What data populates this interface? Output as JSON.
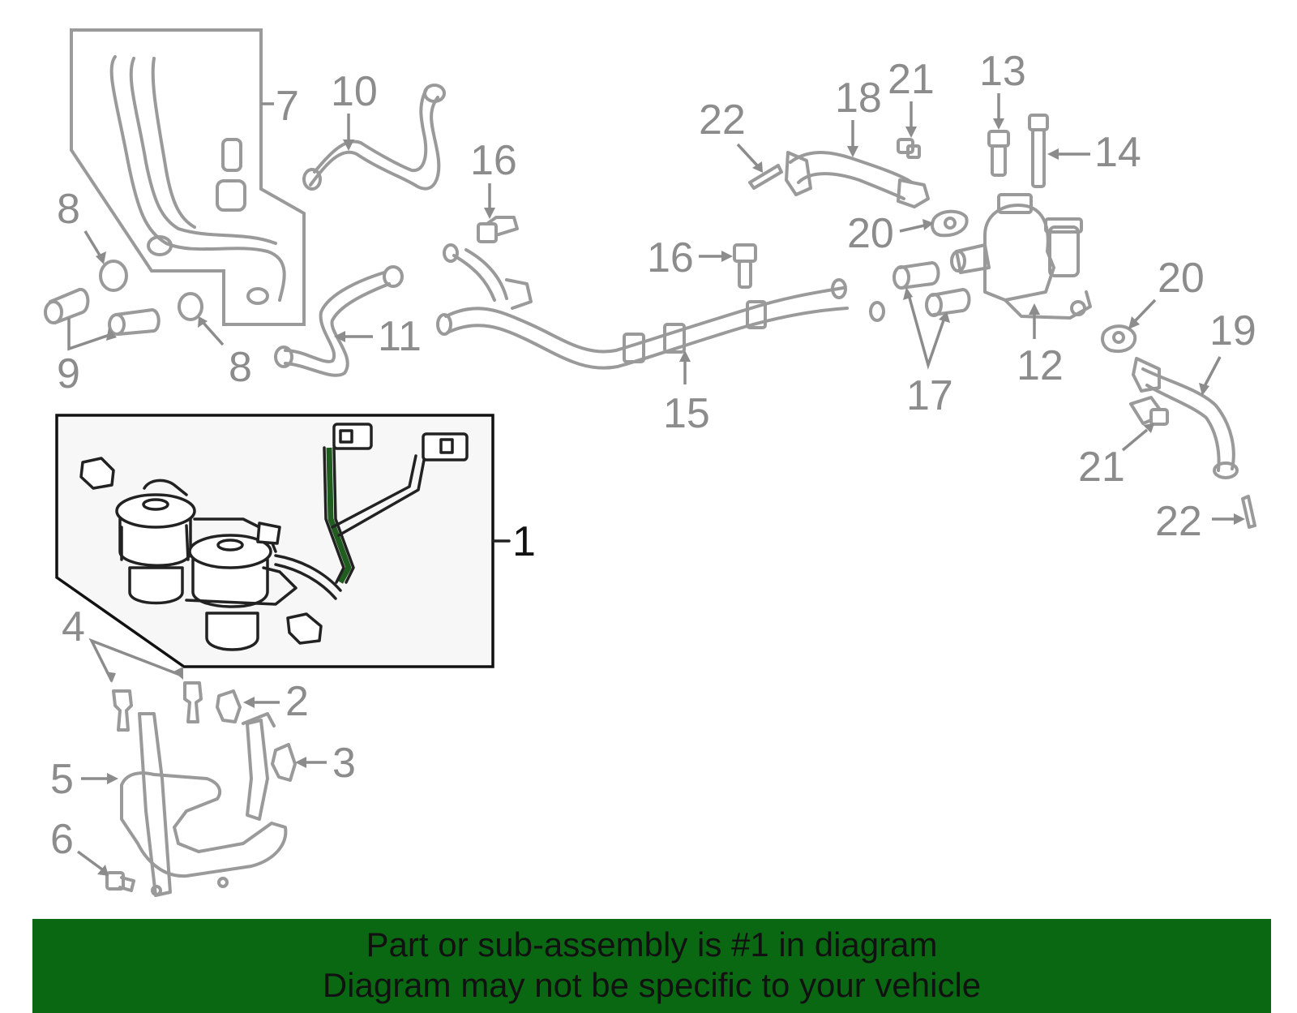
{
  "diagram": {
    "callouts": {
      "c1": "1",
      "c2": "2",
      "c3": "3",
      "c4": "4",
      "c5": "5",
      "c6": "6",
      "c7": "7",
      "c8a": "8",
      "c8b": "8",
      "c9": "9",
      "c10": "10",
      "c11": "11",
      "c12": "12",
      "c13": "13",
      "c14": "14",
      "c15": "15",
      "c16a": "16",
      "c16b": "16",
      "c17": "17",
      "c18": "18",
      "c19": "19",
      "c20a": "20",
      "c20b": "20",
      "c21a": "21",
      "c21b": "21",
      "c22a": "22",
      "c22b": "22"
    },
    "highlighted_part": "1"
  },
  "banner": {
    "line1": "Part or sub-assembly is #1 in diagram",
    "line2": "Diagram may not be specific to your vehicle",
    "background": "#0b6812"
  },
  "colors": {
    "part_stroke": "#9a9a9a",
    "highlight_stroke": "#222222",
    "harness_green": "#1f5e1f"
  }
}
